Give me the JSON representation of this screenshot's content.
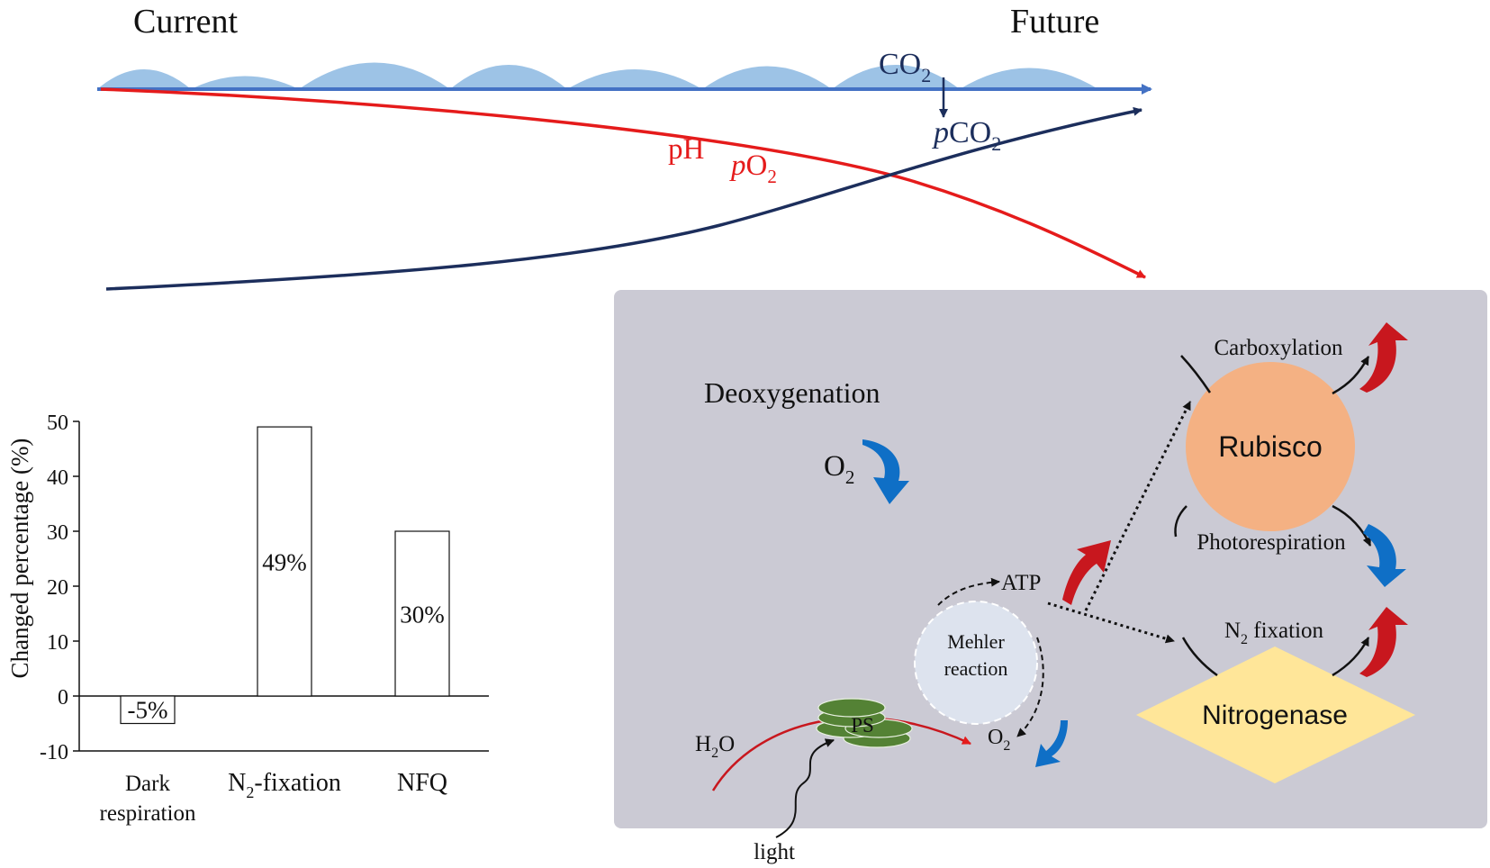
{
  "timeline": {
    "current_label": "Current",
    "future_label": "Future",
    "co2": {
      "main": "CO",
      "sub": "2"
    },
    "pco2": {
      "italic": "p",
      "main": "CO",
      "sub": "2"
    },
    "ph": "pH",
    "po2": {
      "italic": "p",
      "main": "O",
      "sub": "2"
    }
  },
  "chart_data": {
    "type": "bar",
    "categories": [
      "Dark respiration",
      "N2-fixation",
      "NFQ"
    ],
    "category_display": [
      {
        "lines": [
          "Dark",
          "respiration"
        ]
      },
      {
        "main": "N",
        "sub": "2",
        "rest": "-fixation"
      },
      {
        "main": "NFQ"
      }
    ],
    "values": [
      -5,
      49,
      30
    ],
    "data_labels": [
      "-5%",
      "49%",
      "30%"
    ],
    "ylabel": "Changed percentage (%)",
    "ylim": [
      -10,
      50
    ],
    "yticks": [
      "-10",
      "0",
      "10",
      "20",
      "30",
      "40",
      "50"
    ],
    "grid": false,
    "legend": "none"
  },
  "cell": {
    "deoxygenation": "Deoxygenation",
    "o2_big": {
      "main": "O",
      "sub": "2"
    },
    "atp": "ATP",
    "mehler": [
      "Mehler",
      "reaction"
    ],
    "h2o": {
      "main": "H",
      "sub": "2",
      "rest": "O"
    },
    "ps": "PS",
    "o2_small": {
      "main": "O",
      "sub": "2"
    },
    "light": "light",
    "carboxylation": "Carboxylation",
    "rubisco": "Rubisco",
    "photorespiration": "Photorespiration",
    "n2_fixation": {
      "main": "N",
      "sub": "2",
      "rest": " fixation"
    },
    "nitrogenase": "Nitrogenase"
  },
  "colors": {
    "red": "#e51b1b",
    "navy": "#1c2e5c",
    "blue_arrow": "#0f6fc6",
    "dark_red_arrow": "#c8171e",
    "panel": "#cbcad4",
    "wave": "#9dc3e6",
    "baseline": "#4472c4",
    "rubisco": "#f4b183",
    "nitrogenase": "#ffe699",
    "mehler": "#dde3ee",
    "ps_green": "#548235"
  }
}
